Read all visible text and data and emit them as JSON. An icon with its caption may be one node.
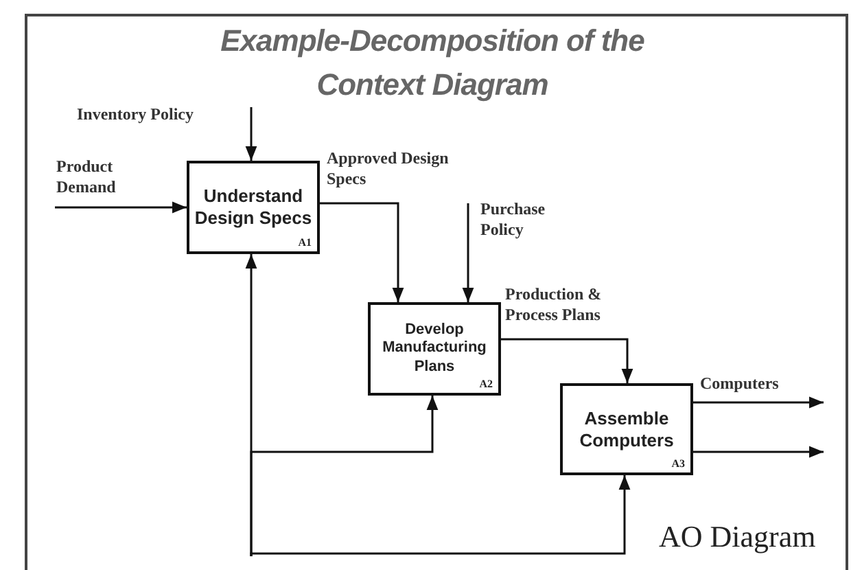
{
  "diagram": {
    "title": "Example-Decomposition of the Context Diagram",
    "nodes": [
      {
        "text": [
          "Understand Design Specs",
          "A1"
        ]
      },
      {
        "text": [
          "Develop Manufacturing Plans",
          "A2"
        ]
      },
      {
        "text": [
          "Assemble Computers",
          "A3"
        ]
      }
    ],
    "edges": [
      {
        "from": null,
        "to": 0,
        "arrow": "to",
        "label": "Product Demand"
      },
      {
        "from": null,
        "to": 0,
        "arrow": "to",
        "label": "Inventory Policy"
      },
      {
        "from": 0,
        "to": 1,
        "arrow": "to",
        "label": "Approved Design Specs"
      },
      {
        "from": null,
        "to": 1,
        "arrow": "to",
        "label": "Purchase Policy"
      },
      {
        "from": 1,
        "to": 2,
        "arrow": "to",
        "label": "Production & Process Plans"
      },
      {
        "from": 2,
        "to": null,
        "arrow": "to",
        "label": "Computers"
      },
      {
        "from": 2,
        "to": null,
        "arrow": "to"
      },
      {
        "from": null,
        "to": 0,
        "arrow": "to"
      },
      {
        "from": null,
        "to": 1,
        "arrow": "to"
      },
      {
        "from": null,
        "to": 2,
        "arrow": "to"
      }
    ],
    "labels": [
      "AO Diagram"
    ]
  }
}
